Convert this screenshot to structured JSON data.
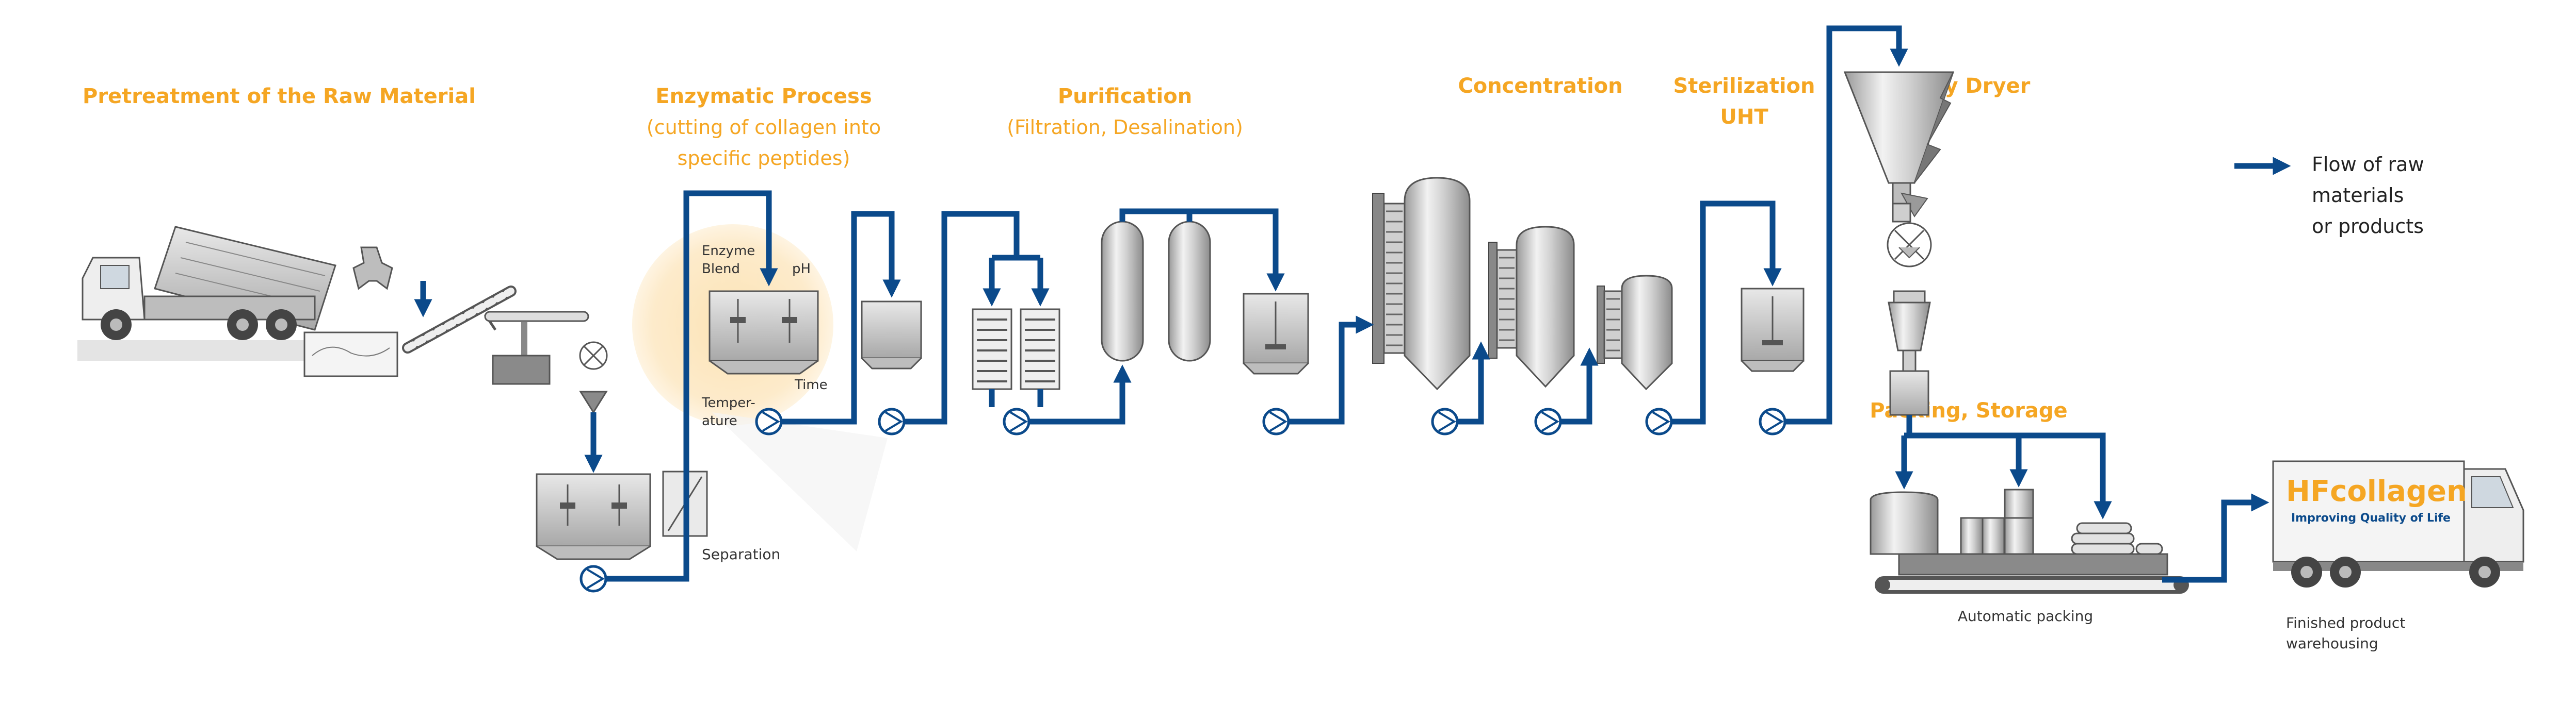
{
  "stages": {
    "pretreatment": "Pretreatment of the Raw Material",
    "enzymatic": "Enzymatic Process",
    "enzymatic_sub1": "(cutting of collagen into",
    "enzymatic_sub2": "specific peptides)",
    "purification": "Purification",
    "purification_sub": "(Filtration, Desalination)",
    "concentration": "Concentration",
    "sterilization1": "Sterilization",
    "sterilization2": "UHT",
    "spray_dryer": "Spray Dryer",
    "packing": "Packing, Storage"
  },
  "labels": {
    "enzyme_blend1": "Enzyme",
    "enzyme_blend2": "Blend",
    "ph": "pH",
    "temperature1": "Temper-",
    "temperature2": "ature",
    "time": "Time",
    "separation": "Separation",
    "automatic_packing": "Automatic packing",
    "finished1": "Finished product",
    "finished2": "warehousing"
  },
  "legend": {
    "line1": "Flow of raw",
    "line2": "materials",
    "line3": "or products"
  },
  "truck": {
    "brand": "HFcollagen",
    "tagline": "Improving Quality of Life"
  },
  "colors": {
    "flow": "#0B4A8B",
    "heading": "#F5A623",
    "highlight": "#FCE6BF",
    "equipment": "#C8C8C8"
  }
}
